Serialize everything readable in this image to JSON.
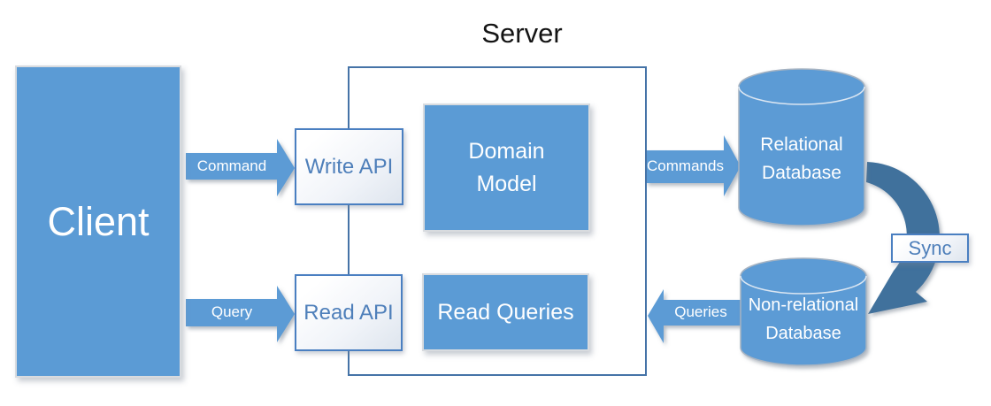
{
  "diagram": {
    "title": "Server",
    "type": "CQRS architecture diagram"
  },
  "nodes": {
    "client": {
      "label": "Client"
    },
    "server": {
      "title": "Server"
    },
    "write_api": {
      "label": "Write API"
    },
    "read_api": {
      "label": "Read API"
    },
    "domain_model": {
      "line1": "Domain",
      "line2": "Model"
    },
    "read_queries": {
      "label": "Read Queries"
    },
    "relational_db": {
      "line1": "Relational",
      "line2": "Database",
      "shape": "cylinder"
    },
    "non_relational_db": {
      "line1": "Non-relational",
      "line2": "Database",
      "shape": "cylinder"
    },
    "sync": {
      "label": "Sync"
    }
  },
  "arrows": {
    "command": {
      "label": "Command",
      "from": "client",
      "to": "write_api"
    },
    "query": {
      "label": "Query",
      "from": "client",
      "to": "read_api"
    },
    "commands": {
      "label": "Commands",
      "from": "server",
      "to": "relational_db"
    },
    "queries": {
      "label": "Queries",
      "from": "non_relational_db",
      "to": "server"
    },
    "sync": {
      "label": "Sync",
      "from": "relational_db",
      "to": "non_relational_db"
    }
  },
  "colors": {
    "shape_fill_blue": "#5B9BD5",
    "sync_arrow_blue": "#41719C",
    "server_border_blue": "#4573A7",
    "api_box_border_blue": "#4A7FC1",
    "api_text_blue": "#4E7FBA",
    "title_text": "#141414",
    "shape_text_white": "#FFFFFF",
    "background": "#FFFFFF"
  }
}
